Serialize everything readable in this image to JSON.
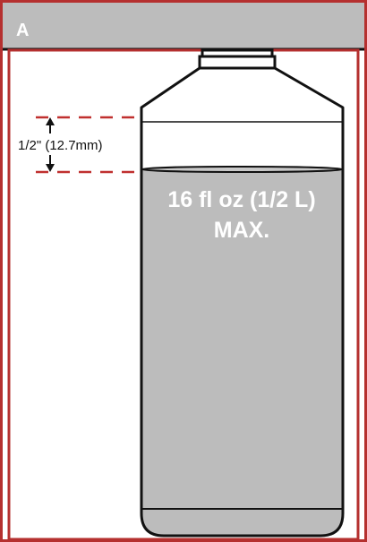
{
  "panel": {
    "label": "A"
  },
  "diagram": {
    "clearance_label": "1/2\" (12.7mm)",
    "max_fill_line1": "16 fl oz (1/2 L)",
    "max_fill_line2": "MAX."
  },
  "colors": {
    "frame_border": "#b5302f",
    "header_band": "#bcbcbc",
    "liquid": "#bcbcbc",
    "bottle_outline": "#111111",
    "dashed_guide": "#c0302f",
    "label_text": "#ffffff"
  }
}
